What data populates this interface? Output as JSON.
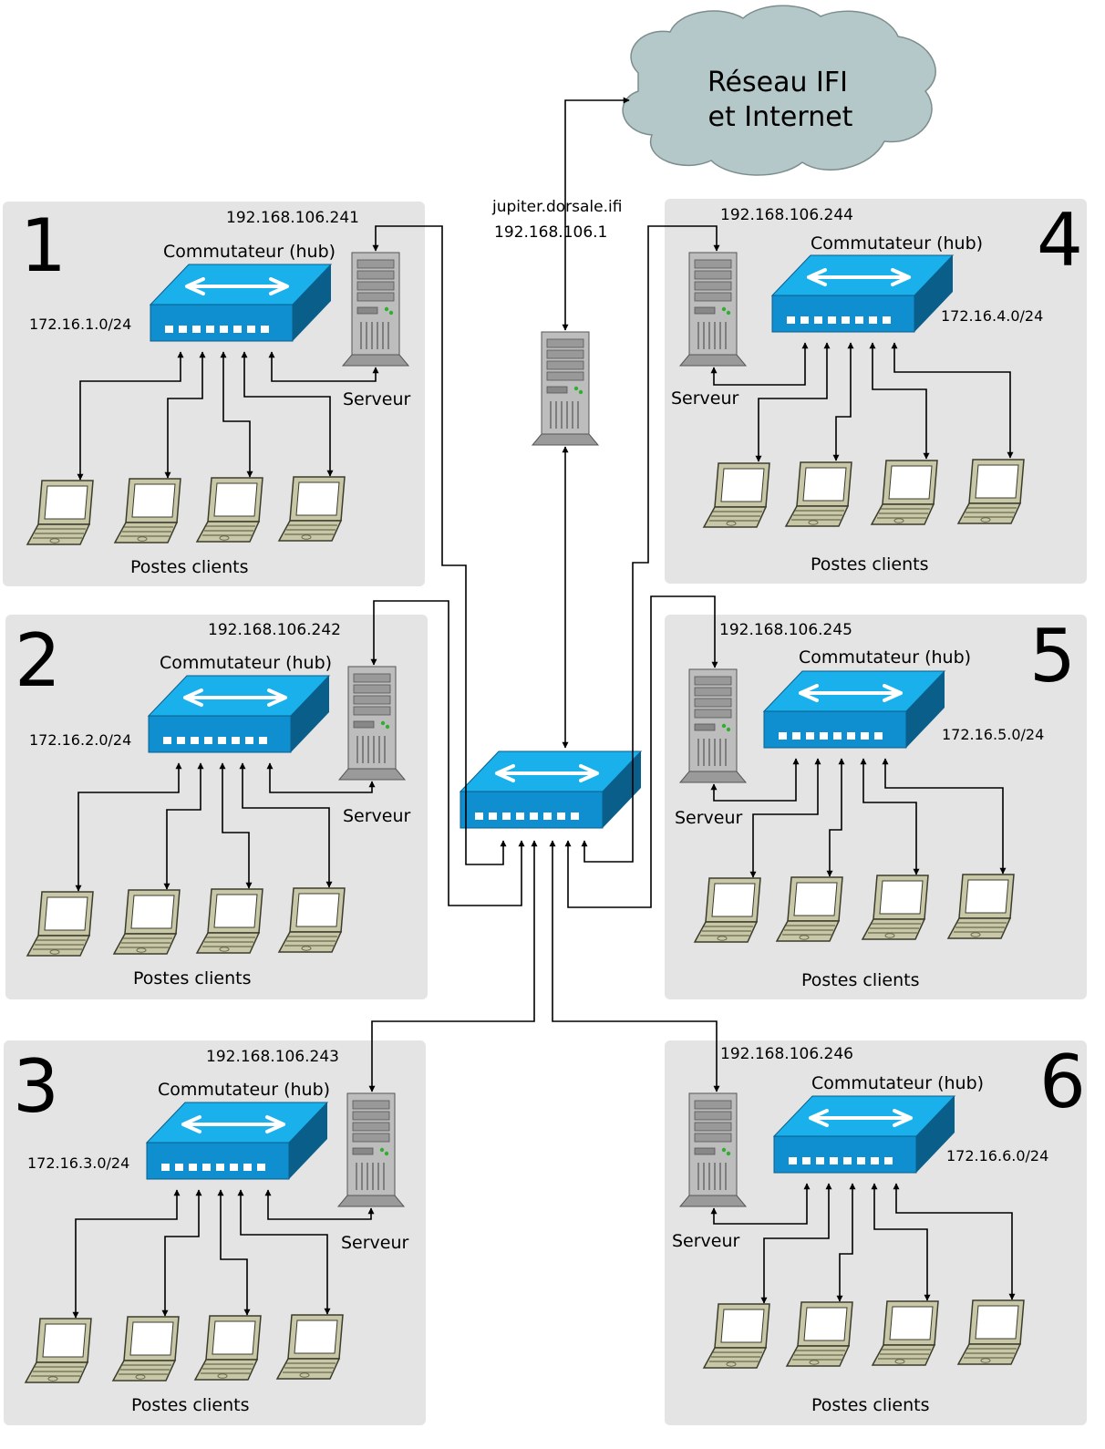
{
  "cloud": {
    "line1": "Réseau IFI",
    "line2": "et Internet"
  },
  "gateway": {
    "hostname": "jupiter.dorsale.ifi",
    "ip": "192.168.106.1"
  },
  "sites": [
    {
      "number": "1",
      "server_ip": "192.168.106.241",
      "hub_label": "Commutateur (hub)",
      "network": "172.16.1.0/24",
      "server_label": "Serveur",
      "clients_label": "Postes clients"
    },
    {
      "number": "2",
      "server_ip": "192.168.106.242",
      "hub_label": "Commutateur (hub)",
      "network": "172.16.2.0/24",
      "server_label": "Serveur",
      "clients_label": "Postes clients"
    },
    {
      "number": "3",
      "server_ip": "192.168.106.243",
      "hub_label": "Commutateur (hub)",
      "network": "172.16.3.0/24",
      "server_label": "Serveur",
      "clients_label": "Postes clients"
    },
    {
      "number": "4",
      "server_ip": "192.168.106.244",
      "hub_label": "Commutateur (hub)",
      "network": "172.16.4.0/24",
      "server_label": "Serveur",
      "clients_label": "Postes clients"
    },
    {
      "number": "5",
      "server_ip": "192.168.106.245",
      "hub_label": "Commutateur (hub)",
      "network": "172.16.5.0/24",
      "server_label": "Serveur",
      "clients_label": "Postes clients"
    },
    {
      "number": "6",
      "server_ip": "192.168.106.246",
      "hub_label": "Commutateur (hub)",
      "network": "172.16.6.0/24",
      "server_label": "Serveur",
      "clients_label": "Postes clients"
    }
  ],
  "colors": {
    "panel": "#e4e4e4",
    "switch_top": "#1ab0ec",
    "switch_front": "#0f8fd0",
    "switch_side": "#0a5e8a",
    "cloud": "#b5c8c9",
    "server": "#c0c0c0",
    "laptop_body": "#c8c8a8"
  },
  "icons": {
    "switch": "network-switch-icon",
    "server": "tower-server-icon",
    "laptop": "laptop-icon",
    "cloud": "cloud-icon"
  }
}
